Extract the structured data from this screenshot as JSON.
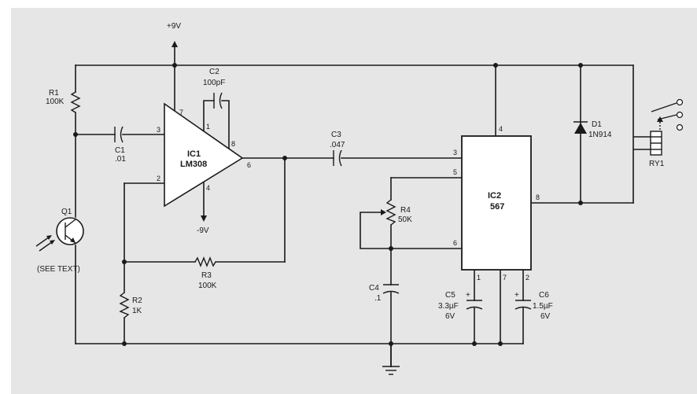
{
  "supply": {
    "pos": "+9V",
    "neg": "-9V"
  },
  "components": {
    "R1": {
      "ref": "R1",
      "value": "100K"
    },
    "R2": {
      "ref": "R2",
      "value": "1K"
    },
    "R3": {
      "ref": "R3",
      "value": "100K"
    },
    "R4": {
      "ref": "R4",
      "value": "50K"
    },
    "C1": {
      "ref": "C1",
      "value": ".01"
    },
    "C2": {
      "ref": "C2",
      "value": "100pF"
    },
    "C3": {
      "ref": "C3",
      "value": ".047"
    },
    "C4": {
      "ref": "C4",
      "value": ".1"
    },
    "C5": {
      "ref": "C5",
      "value": "3.3µF",
      "voltage": "6V"
    },
    "C6": {
      "ref": "C6",
      "value": "1.5µF",
      "voltage": "6V"
    },
    "D1": {
      "ref": "D1",
      "value": "1N914"
    },
    "Q1": {
      "ref": "Q1",
      "note": "(SEE TEXT)"
    },
    "IC1": {
      "ref": "IC1",
      "part": "LM308"
    },
    "IC2": {
      "ref": "IC2",
      "part": "567"
    },
    "RY1": {
      "ref": "RY1"
    }
  },
  "pins": {
    "ic1": {
      "p1": "1",
      "p2": "2",
      "p3": "3",
      "p4": "4",
      "p6": "6",
      "p7": "7",
      "p8": "8"
    },
    "ic2": {
      "p1": "1",
      "p2": "2",
      "p3": "3",
      "p4": "4",
      "p5": "5",
      "p6": "6",
      "p7": "7",
      "p8": "8"
    }
  },
  "colors": {
    "ink": "#1a1a1a",
    "background": "#ffffff",
    "page_tint": "#e6e6e6"
  }
}
